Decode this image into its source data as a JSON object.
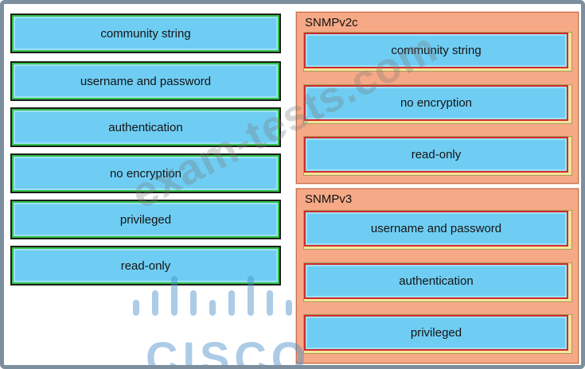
{
  "source_items": [
    {
      "label": "community string"
    },
    {
      "label": "username and password"
    },
    {
      "label": "authentication"
    },
    {
      "label": "no encryption"
    },
    {
      "label": "privileged"
    },
    {
      "label": "read-only"
    }
  ],
  "targets": [
    {
      "title": "SNMPv2c",
      "items": [
        "community string",
        "no encryption",
        "read-only"
      ]
    },
    {
      "title": "SNMPv3",
      "items": [
        "username and password",
        "authentication",
        "privileged"
      ]
    }
  ],
  "watermark": {
    "text": "exam-tests.com"
  },
  "logo": {
    "text": "cisco"
  },
  "colors": {
    "item_fill": "#6fcdf3",
    "group_fill": "#f6a986",
    "slot_fill": "#f4e59b",
    "source_border_accent": "#34c24a",
    "target_border_accent": "#d22b2b"
  }
}
